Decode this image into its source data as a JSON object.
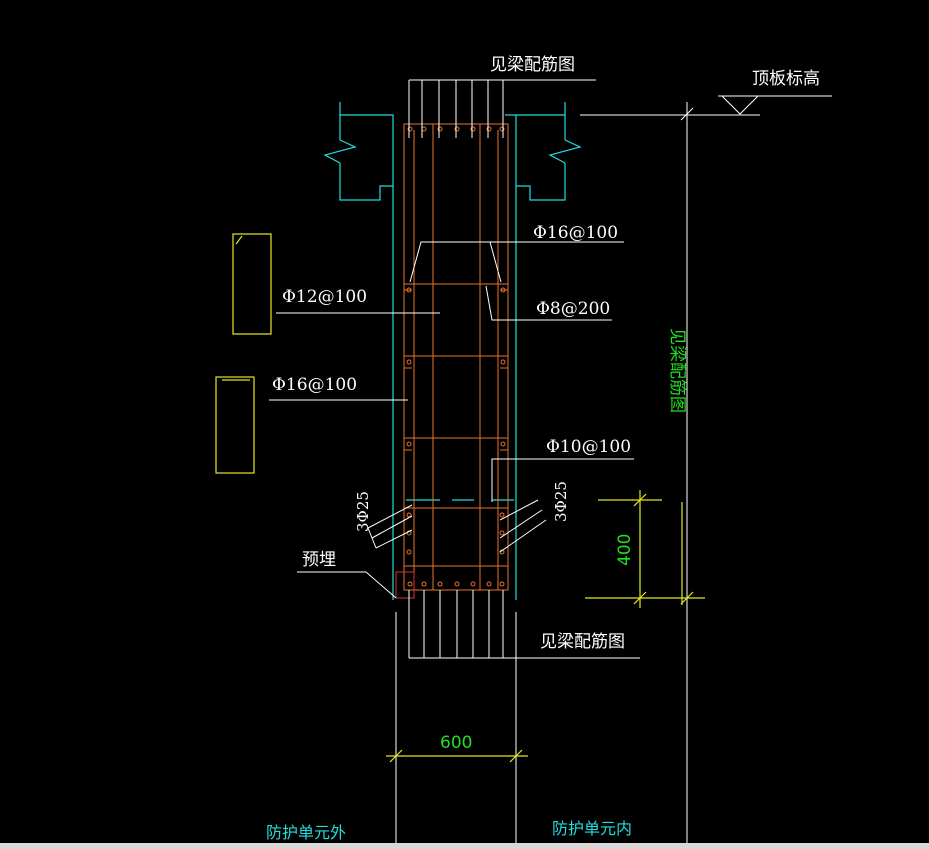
{
  "labels": {
    "see_beam_top": "见梁配筋图",
    "see_beam_bottom": "见梁配筋图",
    "see_beam_vertical": "见梁配筋图",
    "top_slab_elevation": "顶板标高",
    "rebar_phi16_top": "Φ16@100",
    "rebar_phi12": "Φ12@100",
    "rebar_phi8": "Φ8@200",
    "rebar_phi16_left": "Φ16@100",
    "rebar_phi10": "Φ10@100",
    "rebar_3phi25_left": "3Φ25",
    "rebar_3phi25_right": "3Φ25",
    "embedded": "预埋",
    "dim_400": "400",
    "dim_600": "600",
    "outside_protection_unit": "防护单元外",
    "inside_protection_unit": "防护单元内"
  },
  "colors": {
    "background": "#000000",
    "line_white": "#ffffff",
    "wall_cyan": "#22dddd",
    "rebar_orange": "#e8732a",
    "section_yellow": "#e6e622",
    "dimension_green": "#22dd22",
    "embedded_red": "#e03030"
  }
}
